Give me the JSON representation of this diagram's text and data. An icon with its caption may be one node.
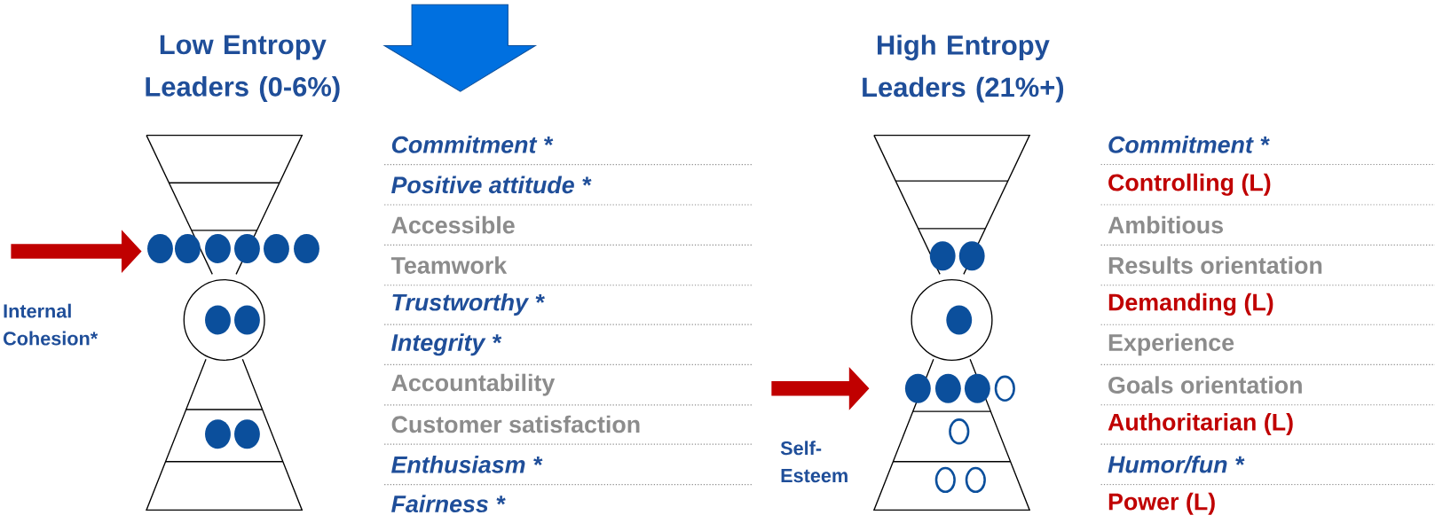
{
  "diagram": {
    "nodes": [
      {
        "text": [],
        "shape": "hourglass"
      },
      {
        "text": [],
        "shape": "hourglass"
      }
    ],
    "edges": [
      {
        "from": null,
        "to": 0,
        "arrow": "to"
      },
      {
        "from": null,
        "to": 1,
        "arrow": "to"
      }
    ],
    "labels": [
      "Low Entropy Leaders (0-6%)",
      "High Entropy Leaders (21%+)",
      "Commitment *",
      "Positive attitude *",
      "Accessible",
      "Teamwork",
      "Trustworthy *",
      "Integrity *",
      "Accountability",
      "Customer satisfaction",
      "Enthusiasm *",
      "Fairness *",
      "Internal Cohesion*",
      "Commitment *",
      "Controlling (L)",
      "Ambitious",
      "Results orientation",
      "Demanding (L)",
      "Experience",
      "Goals orientation",
      "Authoritarian (L)",
      "Humor/fun *",
      "Power (L)",
      "Self-Esteem"
    ]
  }
}
